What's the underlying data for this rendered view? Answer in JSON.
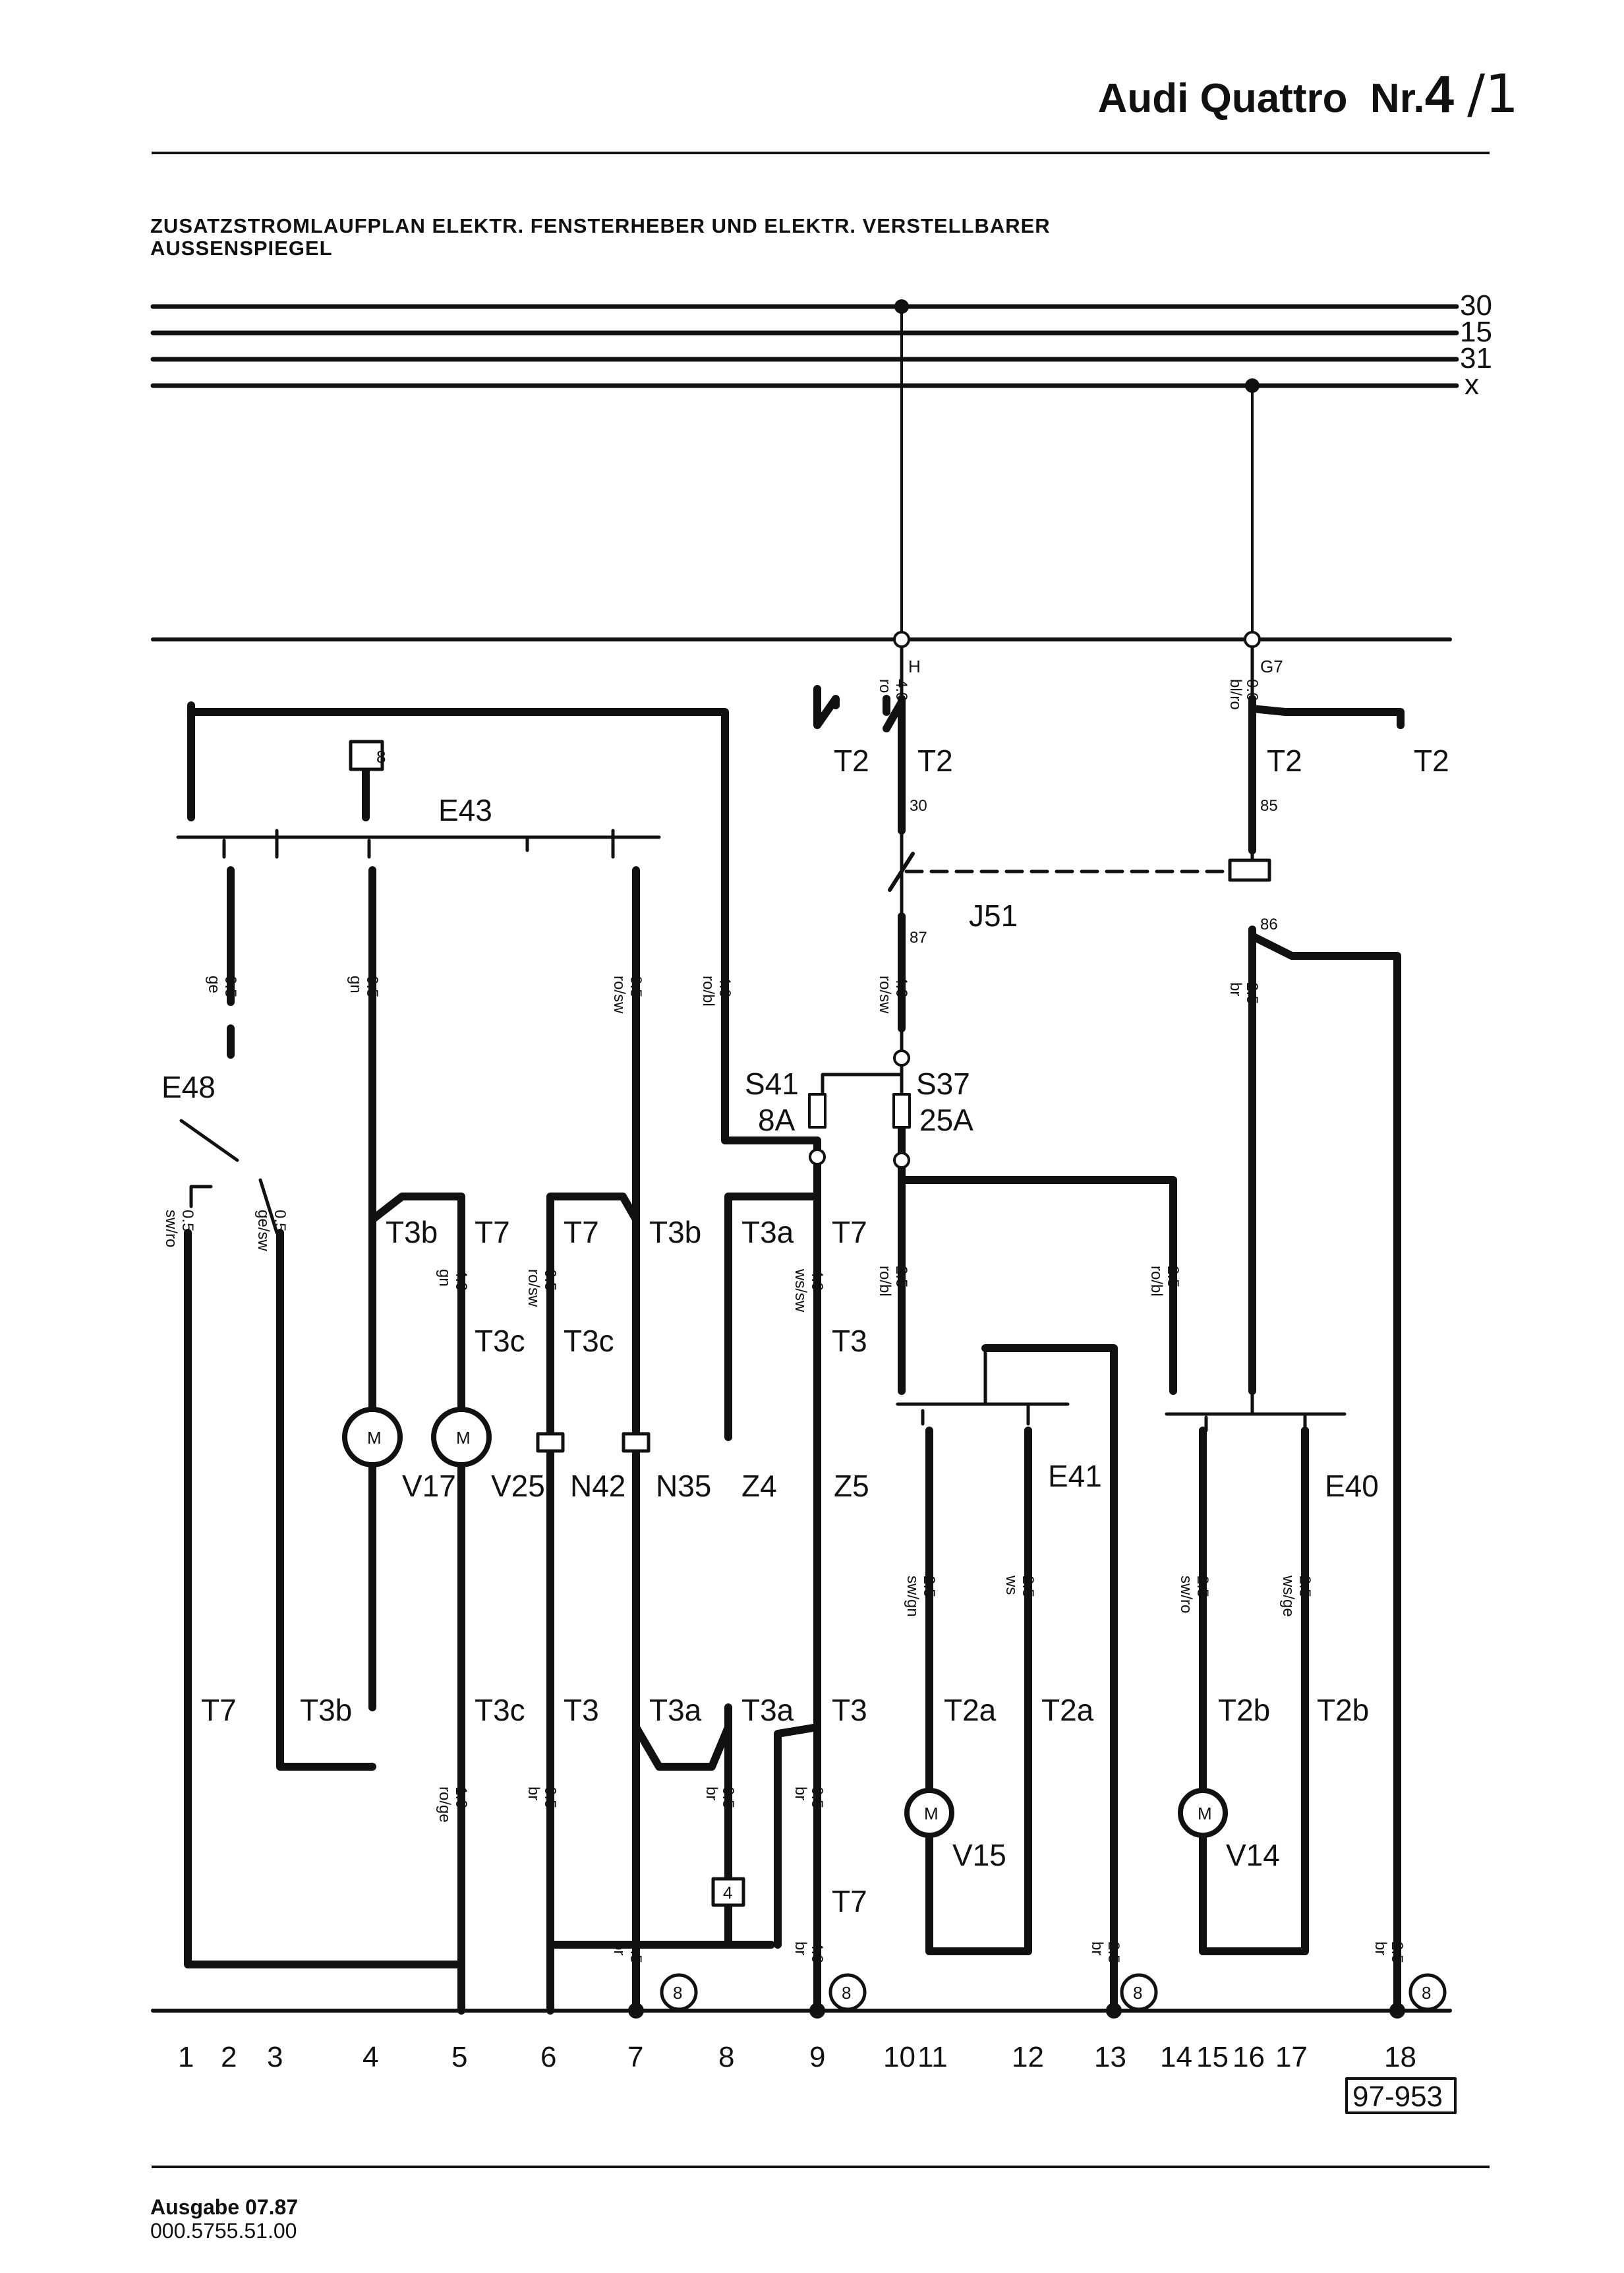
{
  "header": {
    "title": "Audi Quattro",
    "nr_label": "Nr.",
    "nr_value": "4",
    "handwritten": "/1"
  },
  "caption": {
    "line1": "ZUSATZSTROMLAUFPLAN ELEKTR. FENSTERHEBER UND ELEKTR. VERSTELLBARER",
    "line2": "AUSSENSPIEGEL"
  },
  "bus_labels": [
    "30",
    "15",
    "31",
    "x"
  ],
  "components": {
    "E43": "E43",
    "E48": "E48",
    "J51": "J51",
    "S41": "S41",
    "S41_rating": "8A",
    "S37": "S37",
    "S37_rating": "25A",
    "V17": "V17",
    "V25": "V25",
    "N42": "N42",
    "N35": "N35",
    "Z4": "Z4",
    "Z5": "Z5",
    "E41": "E41",
    "E40": "E40",
    "V15": "V15",
    "V14": "V14",
    "motor": "M"
  },
  "connectors": {
    "T2": "T2",
    "T2a": "T2a",
    "T2b": "T2b",
    "T3": "T3",
    "T3a": "T3a",
    "T3b": "T3b",
    "T3c": "T3c",
    "T7": "T7"
  },
  "terminals": {
    "H": "H",
    "G7": "G7",
    "ground": "8",
    "ground_4": "4"
  },
  "pins": {
    "p30": "30",
    "p87": "87",
    "p85": "85",
    "p86": "86"
  },
  "wires": {
    "w_40_ro": [
      "4.0",
      "ro"
    ],
    "w_06_blro": [
      "0.6",
      "bl/ro"
    ],
    "w_40_rosw": [
      "4.0",
      "ro/sw"
    ],
    "w_25_br_top": [
      "2.5",
      "br"
    ],
    "w_05_ge": [
      "0.5",
      "ge"
    ],
    "w_05_gn": [
      "0.5",
      "gn"
    ],
    "w_05_rosw": [
      "0.5",
      "ro/sw"
    ],
    "w_40_robl": [
      "4.0",
      "ro/bl"
    ],
    "w_05_swro": [
      "0.5",
      "sw/ro"
    ],
    "w_05_gesw": [
      "0.5",
      "ge/sw"
    ],
    "w_40_gn": [
      "4.0",
      "gn"
    ],
    "w_05_rosw2": [
      "0.5",
      "ro/sw"
    ],
    "w_40_wssw": [
      "4.0",
      "ws/sw"
    ],
    "w_25_robl": [
      "2.5",
      "ro/bl"
    ],
    "w_25_robl2": [
      "2.5",
      "ro/bl"
    ],
    "w_25_swgn": [
      "2.5",
      "sw/gn"
    ],
    "w_25_ws": [
      "2.5",
      "ws"
    ],
    "w_25_swro": [
      "2.5",
      "sw/ro"
    ],
    "w_25_wsge": [
      "2.5",
      "ws/ge"
    ],
    "w_10_roge": [
      "1.0",
      "ro/ge"
    ],
    "w_05_br6": [
      "0.5",
      "br"
    ],
    "w_05_br8": [
      "0.5",
      "br"
    ],
    "w_05_br9": [
      "0.5",
      "br"
    ],
    "w_05_br7": [
      "0.5",
      "br"
    ],
    "w_40_br9": [
      "4.0",
      "br"
    ],
    "w_25_br13": [
      "2.5",
      "br"
    ],
    "w_25_br18": [
      "2.5",
      "br"
    ]
  },
  "track_numbers": [
    "1",
    "2",
    "3",
    "4",
    "5",
    "6",
    "7",
    "8",
    "9",
    "10",
    "11",
    "12",
    "13",
    "14",
    "15",
    "16",
    "17",
    "18"
  ],
  "drawing_ref": "97-953",
  "footer": {
    "edition": "Ausgabe 07.87",
    "code": "000.5755.51.00"
  }
}
